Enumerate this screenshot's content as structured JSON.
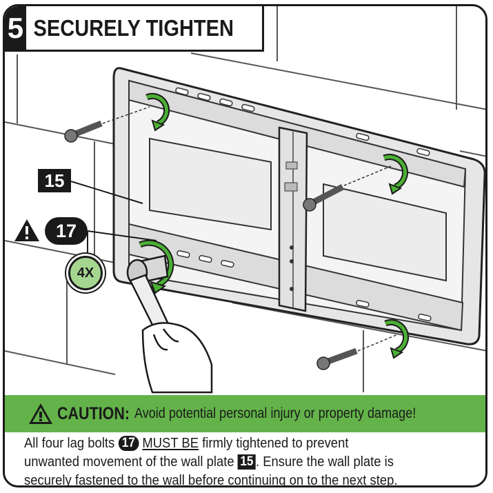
{
  "step": {
    "number": "5",
    "title": "SECURELY TIGHTEN"
  },
  "callouts": {
    "wall_plate_ref": "15",
    "lag_bolt_ref": "17",
    "quantity": "4X"
  },
  "caution": {
    "label": "CAUTION:",
    "message": "Avoid potential personal injury or property damage!"
  },
  "instructions": {
    "line1_a": "All four lag bolts",
    "line1_ref": "17",
    "line1_emph": "MUST BE",
    "line1_b": "firmly tightened to prevent",
    "line2_a": "unwanted movement of the wall plate",
    "line2_ref": "15",
    "line2_b": ". Ensure the wall plate is",
    "line3": "securely fastened to the wall before continuing on to the next step."
  },
  "colors": {
    "caution_green": "#63b34a",
    "arrow_green": "#4caf35",
    "badge_green": "#a5d690",
    "ink": "#1a1a1a"
  }
}
